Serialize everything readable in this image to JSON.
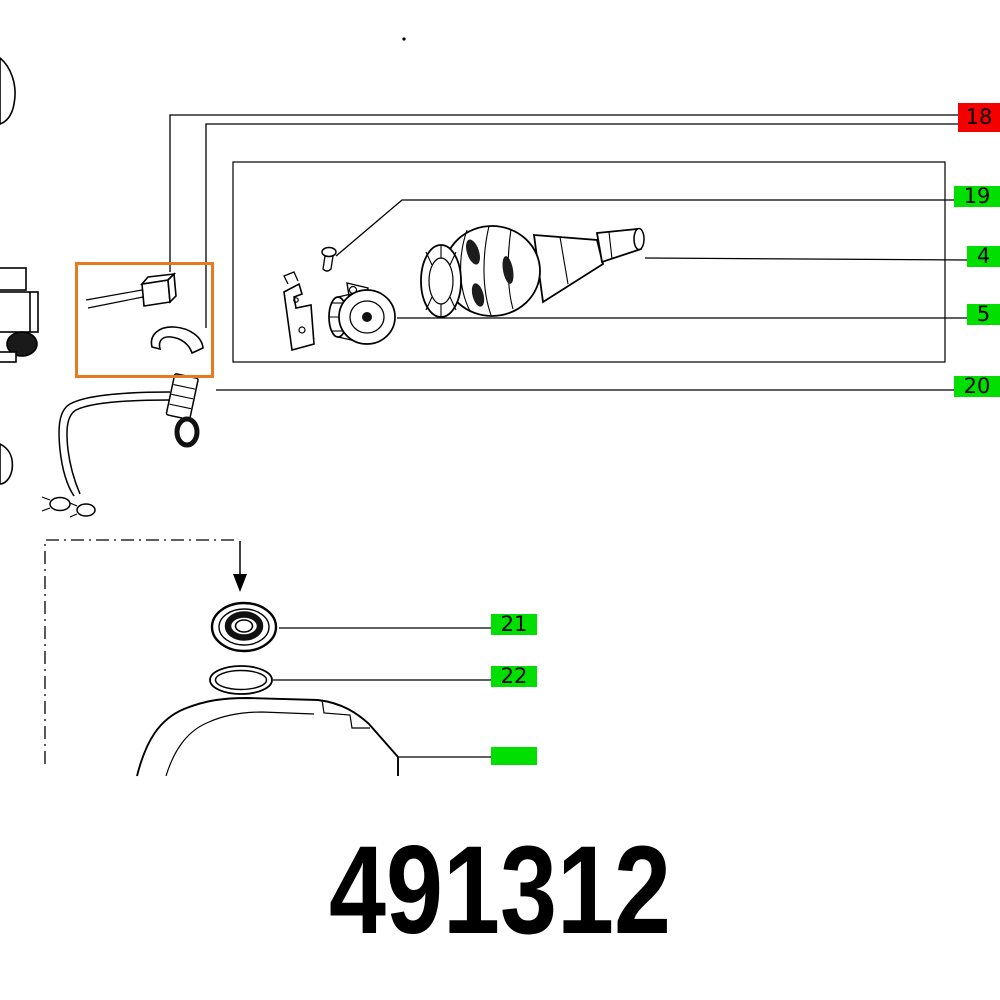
{
  "part_number": "491312",
  "colors": {
    "green": "#00df00",
    "red": "#f40000",
    "orange": "#e8791e"
  },
  "callouts": [
    {
      "id": "18",
      "value": "18",
      "style": "red"
    },
    {
      "id": "19",
      "value": "19",
      "style": "green"
    },
    {
      "id": "4",
      "value": "4",
      "style": "green"
    },
    {
      "id": "5",
      "value": "5",
      "style": "green"
    },
    {
      "id": "20",
      "value": "20",
      "style": "green"
    },
    {
      "id": "21",
      "value": "21",
      "style": "green"
    },
    {
      "id": "22",
      "value": "22",
      "style": "green"
    },
    {
      "id": "cut",
      "value": "",
      "style": "green"
    }
  ],
  "diagram": {
    "parts": [
      "carbon-brush",
      "brush-clip",
      "screw",
      "clutch-bracket",
      "clutch-hub",
      "chuck",
      "bearing",
      "o-ring",
      "gear-housing",
      "wiring-harness"
    ]
  }
}
